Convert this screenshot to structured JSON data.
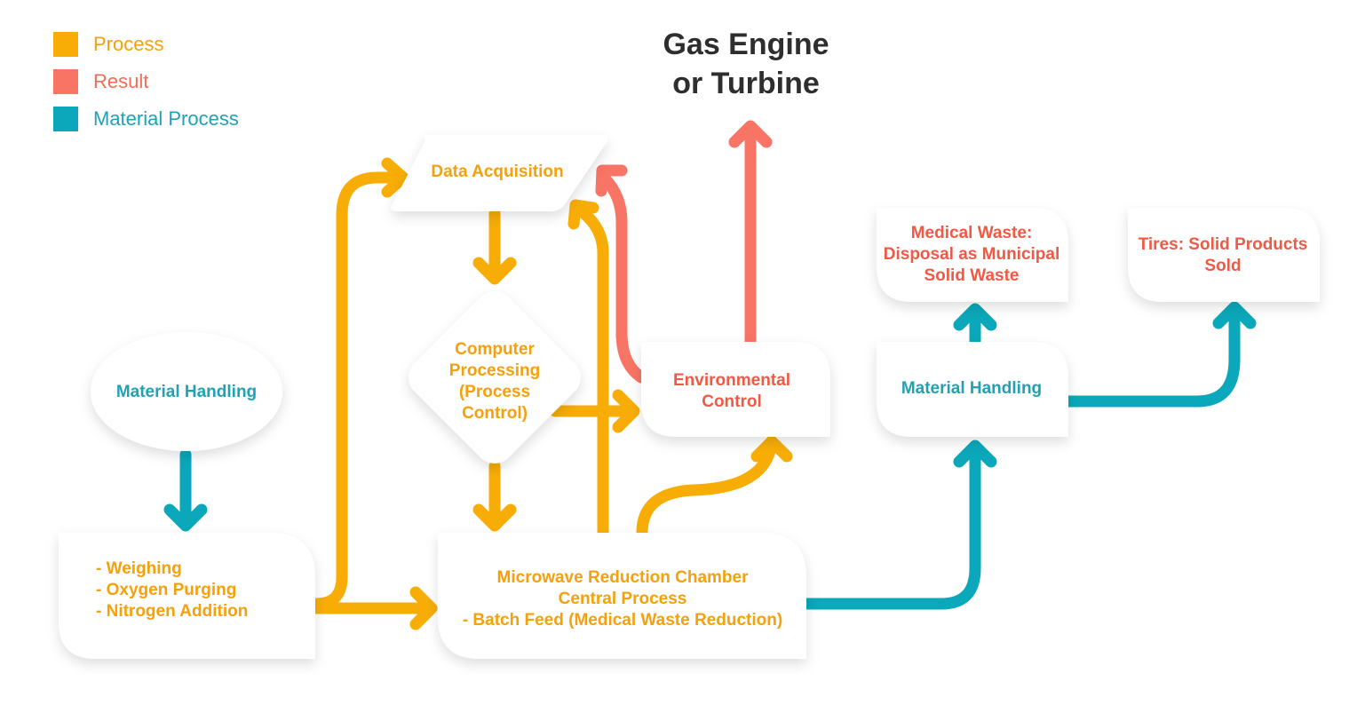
{
  "legend": [
    {
      "label": "Process",
      "color": "#f8ad06"
    },
    {
      "label": "Result",
      "color": "#f87465"
    },
    {
      "label": "Material Process",
      "color": "#0aa8ba"
    }
  ],
  "colors": {
    "process": "#f8ad06",
    "result": "#f87465",
    "material": "#0aa8ba",
    "title": "#2e2e2e"
  },
  "gas_engine": {
    "title": "Gas Engine\nor Turbine"
  },
  "nodes": {
    "data_acquisition": "Data Acquisition",
    "computer_processing": "Computer\nProcessing\n(Process\nControl)",
    "material_handling_left": "Material Handling",
    "weighing_steps": "- Weighing\n- Oxygen Purging\n- Nitrogen Addition",
    "microwave_chamber": "Microwave Reduction Chamber\nCentral Process\n- Batch Feed (Medical Waste Reduction)",
    "environmental_control": "Environmental\nControl",
    "material_handling_right": "Material Handling",
    "medical_waste": "Medical Waste:\nDisposal as Municipal\nSolid Waste",
    "tires": "Tires: Solid Products\nSold"
  }
}
